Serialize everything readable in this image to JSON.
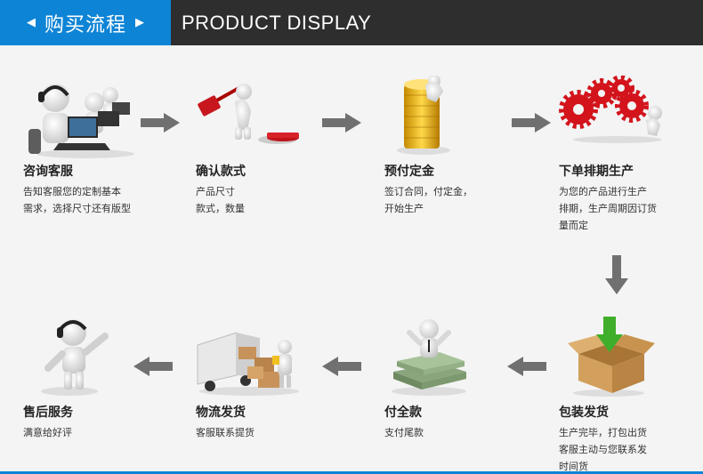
{
  "header": {
    "tab_title": "购买流程",
    "left_triangle": "◀",
    "right_triangle": "▶",
    "english_title": "PRODUCT DISPLAY",
    "tab_color": "#0e84d6",
    "bar_color": "#2e2e2e"
  },
  "steps": [
    {
      "name": "咨询客服",
      "desc1": "告知客服您的定制基本",
      "desc2": "需求，选择尺寸还有版型",
      "desc3": ""
    },
    {
      "name": "确认款式",
      "desc1": "产品尺寸",
      "desc2": "款式，数量",
      "desc3": ""
    },
    {
      "name": "预付定金",
      "desc1": "签订合同，付定金，",
      "desc2": "开始生产",
      "desc3": ""
    },
    {
      "name": "下单排期生产",
      "desc1": "为您的产品进行生产",
      "desc2": "排期，生产周期因订货",
      "desc3": "量而定"
    },
    {
      "name": "包装发货",
      "desc1": "生产完毕，打包出货",
      "desc2": "客服主动与您联系发",
      "desc3": "时间货"
    },
    {
      "name": "付全款",
      "desc1": "支付尾款",
      "desc2": "",
      "desc3": ""
    },
    {
      "name": "物流发货",
      "desc1": "客服联系提货",
      "desc2": "",
      "desc3": ""
    },
    {
      "name": "售后服务",
      "desc1": "满意给好评",
      "desc2": "",
      "desc3": ""
    }
  ],
  "icons": [
    "customer-service-icon",
    "hammer-icon",
    "gold-coins-icon",
    "gears-icon",
    "package-box-icon",
    "money-stack-icon",
    "delivery-truck-icon",
    "headset-person-icon"
  ]
}
